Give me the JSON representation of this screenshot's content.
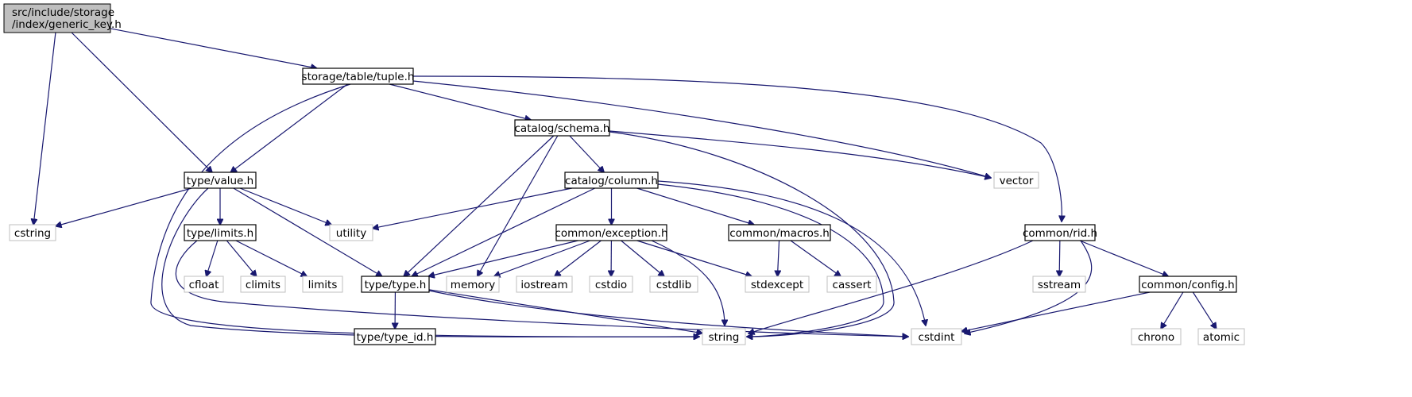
{
  "graph": {
    "root": {
      "id": "generic_key",
      "label_line1": "src/include/storage",
      "label_line2": "/index/generic_key.h"
    },
    "nodes": [
      {
        "id": "tuple",
        "label": "storage/table/tuple.h",
        "kind": "internal"
      },
      {
        "id": "schema",
        "label": "catalog/schema.h",
        "kind": "internal"
      },
      {
        "id": "value",
        "label": "type/value.h",
        "kind": "internal"
      },
      {
        "id": "column",
        "label": "catalog/column.h",
        "kind": "internal"
      },
      {
        "id": "limits_h",
        "label": "type/limits.h",
        "kind": "internal"
      },
      {
        "id": "exception",
        "label": "common/exception.h",
        "kind": "internal"
      },
      {
        "id": "macros",
        "label": "common/macros.h",
        "kind": "internal"
      },
      {
        "id": "rid",
        "label": "common/rid.h",
        "kind": "internal"
      },
      {
        "id": "config",
        "label": "common/config.h",
        "kind": "internal"
      },
      {
        "id": "type_h",
        "label": "type/type.h",
        "kind": "internal"
      },
      {
        "id": "type_id",
        "label": "type/type_id.h",
        "kind": "internal"
      },
      {
        "id": "cstring",
        "label": "cstring",
        "kind": "system"
      },
      {
        "id": "utility",
        "label": "utility",
        "kind": "system"
      },
      {
        "id": "vector",
        "label": "vector",
        "kind": "system"
      },
      {
        "id": "cfloat",
        "label": "cfloat",
        "kind": "system"
      },
      {
        "id": "climits",
        "label": "climits",
        "kind": "system"
      },
      {
        "id": "limits",
        "label": "limits",
        "kind": "system"
      },
      {
        "id": "memory",
        "label": "memory",
        "kind": "system"
      },
      {
        "id": "iostream",
        "label": "iostream",
        "kind": "system"
      },
      {
        "id": "cstdio",
        "label": "cstdio",
        "kind": "system"
      },
      {
        "id": "cstdlib",
        "label": "cstdlib",
        "kind": "system"
      },
      {
        "id": "stdexcept",
        "label": "stdexcept",
        "kind": "system"
      },
      {
        "id": "cassert",
        "label": "cassert",
        "kind": "system"
      },
      {
        "id": "sstream",
        "label": "sstream",
        "kind": "system"
      },
      {
        "id": "string",
        "label": "string",
        "kind": "system"
      },
      {
        "id": "cstdint",
        "label": "cstdint",
        "kind": "system"
      },
      {
        "id": "chrono",
        "label": "chrono",
        "kind": "system"
      },
      {
        "id": "atomic",
        "label": "atomic",
        "kind": "system"
      }
    ],
    "edges": [
      [
        "generic_key",
        "tuple"
      ],
      [
        "generic_key",
        "value"
      ],
      [
        "generic_key",
        "cstring"
      ],
      [
        "tuple",
        "schema"
      ],
      [
        "tuple",
        "value"
      ],
      [
        "tuple",
        "rid"
      ],
      [
        "tuple",
        "vector"
      ],
      [
        "tuple",
        "string"
      ],
      [
        "schema",
        "column"
      ],
      [
        "schema",
        "vector"
      ],
      [
        "schema",
        "type_h"
      ],
      [
        "schema",
        "memory"
      ],
      [
        "schema",
        "string"
      ],
      [
        "value",
        "cstring"
      ],
      [
        "value",
        "utility"
      ],
      [
        "value",
        "limits_h"
      ],
      [
        "value",
        "type_h"
      ],
      [
        "value",
        "string"
      ],
      [
        "column",
        "utility"
      ],
      [
        "column",
        "type_h"
      ],
      [
        "column",
        "exception"
      ],
      [
        "column",
        "macros"
      ],
      [
        "column",
        "string"
      ],
      [
        "column",
        "cstdint"
      ],
      [
        "limits_h",
        "cfloat"
      ],
      [
        "limits_h",
        "climits"
      ],
      [
        "limits_h",
        "limits"
      ],
      [
        "limits_h",
        "cstdint"
      ],
      [
        "exception",
        "type_h"
      ],
      [
        "exception",
        "memory"
      ],
      [
        "exception",
        "iostream"
      ],
      [
        "exception",
        "cstdio"
      ],
      [
        "exception",
        "cstdlib"
      ],
      [
        "exception",
        "stdexcept"
      ],
      [
        "exception",
        "string"
      ],
      [
        "macros",
        "stdexcept"
      ],
      [
        "macros",
        "cassert"
      ],
      [
        "rid",
        "sstream"
      ],
      [
        "rid",
        "config"
      ],
      [
        "rid",
        "string"
      ],
      [
        "rid",
        "cstdint"
      ],
      [
        "config",
        "chrono"
      ],
      [
        "config",
        "atomic"
      ],
      [
        "config",
        "cstdint"
      ],
      [
        "type_h",
        "type_id"
      ],
      [
        "type_h",
        "string"
      ],
      [
        "type_h",
        "cstdint"
      ]
    ]
  },
  "colors": {
    "edge": "#191970",
    "root_fill": "#bfbfbf",
    "internal_border": "#000000",
    "system_border": "#bfbfbf",
    "system_text": "#000000"
  }
}
